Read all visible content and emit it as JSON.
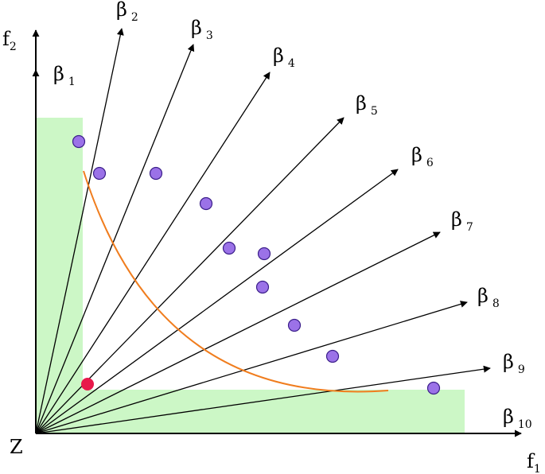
{
  "labels": {
    "origin": "Z",
    "f1_main": "f",
    "f1_sub": "1",
    "f2_main": "f",
    "f2_sub": "2"
  },
  "rays": [
    {
      "symbol": "β",
      "index": "1"
    },
    {
      "symbol": "β",
      "index": "2"
    },
    {
      "symbol": "β",
      "index": "3"
    },
    {
      "symbol": "β",
      "index": "4"
    },
    {
      "symbol": "β",
      "index": "5"
    },
    {
      "symbol": "β",
      "index": "6"
    },
    {
      "symbol": "β",
      "index": "7"
    },
    {
      "symbol": "β",
      "index": "8"
    },
    {
      "symbol": "β",
      "index": "9"
    },
    {
      "symbol": "β",
      "index": "10"
    }
  ],
  "colors": {
    "region": "#ccf7c6",
    "curve": "#f07d1e",
    "point": "#9b72e8",
    "point_stroke": "#3b1f8a",
    "highlight_point": "#e8194b",
    "line": "#000000"
  }
}
